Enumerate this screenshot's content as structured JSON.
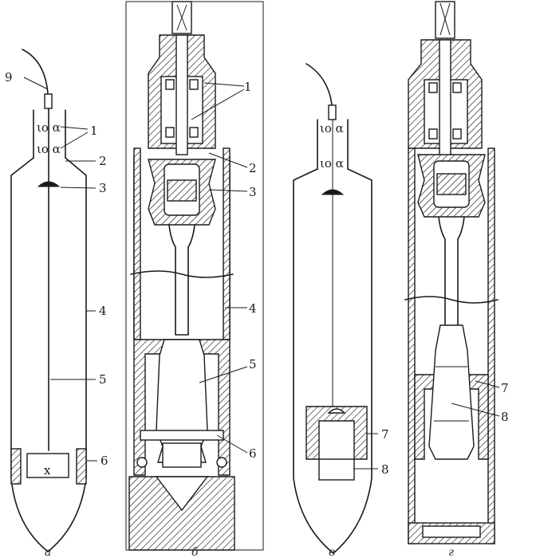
{
  "figure": {
    "panel_a": {
      "caption": "а",
      "callouts": [
        "9",
        "1",
        "2",
        "3",
        "4",
        "5",
        "6"
      ],
      "mark": "x",
      "ball_glyph": "ιο α"
    },
    "panel_b": {
      "caption": "б",
      "callouts": [
        "1",
        "2",
        "3",
        "4",
        "5",
        "6"
      ]
    },
    "panel_v": {
      "caption": "в",
      "callouts": [
        "7",
        "8"
      ],
      "ball_glyph": "ιο α"
    },
    "panel_g": {
      "caption": "г",
      "callouts": [
        "7",
        "8"
      ]
    }
  }
}
